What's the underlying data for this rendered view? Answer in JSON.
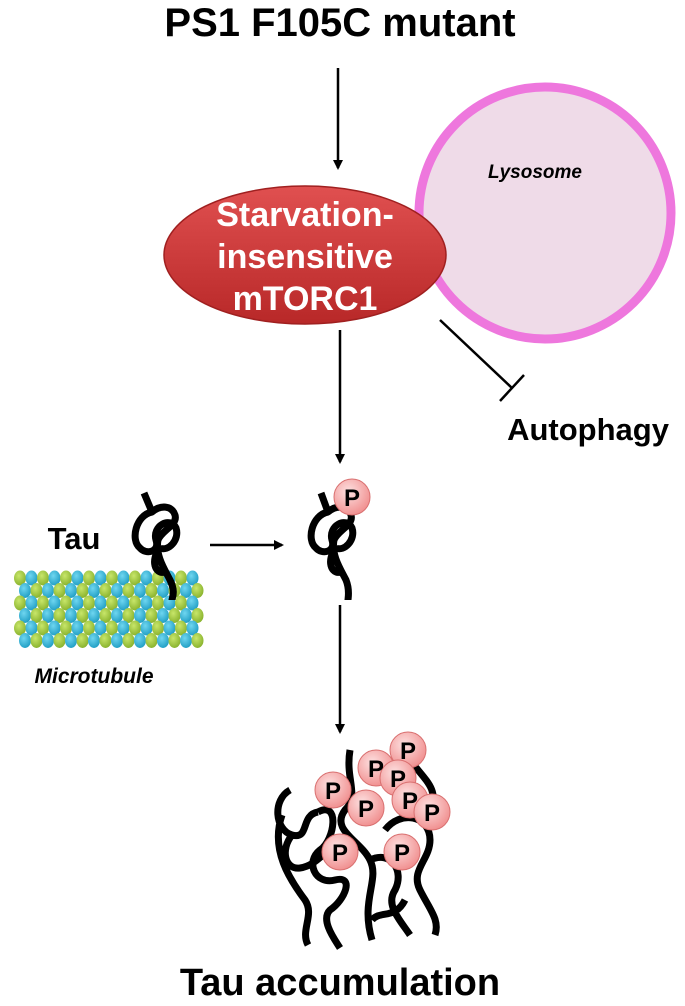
{
  "title": "PS1 F105C mutant",
  "lysosome": {
    "label": "Lysosome"
  },
  "mtorc1": {
    "lines": [
      "Starvation-",
      "insensitive",
      "mTORC1"
    ]
  },
  "autophagy": {
    "label": "Autophagy"
  },
  "tau": {
    "label": "Tau"
  },
  "microtubule": {
    "label": "Microtubule"
  },
  "phospho_label": "P",
  "result": "Tau accumulation",
  "colors": {
    "mtorc1_fill": "#d03a3a",
    "lysosome_stroke": "#ee77dd",
    "lysosome_fill": "#efdbe8",
    "phospho_fill": "#f6b4b4",
    "tubulin_green": "#9cc43c",
    "tubulin_blue": "#2ab3d8"
  }
}
